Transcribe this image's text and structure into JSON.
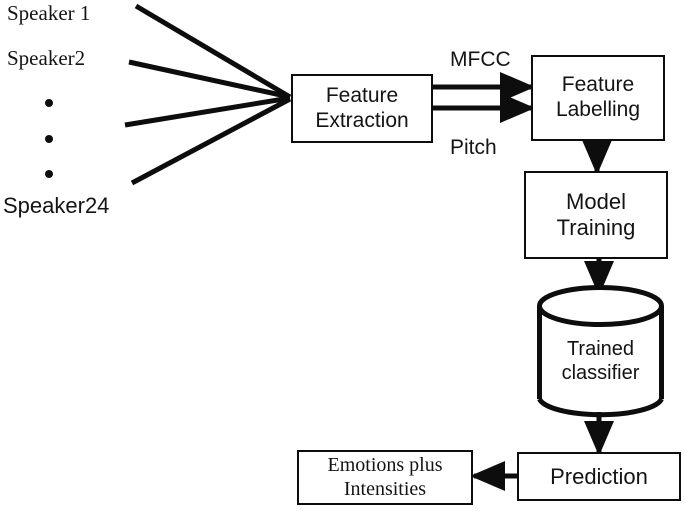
{
  "diagram": {
    "title": "Speech emotion recognition training and prediction pipeline",
    "stroke_color": "#0d0d0d",
    "text_color": "#141414",
    "background": "#ffffff",
    "inputs": {
      "first_label": "Speaker 1",
      "second_label": "Speaker2",
      "last_label": "Speaker24",
      "ellipsis_dot_count": 3
    },
    "nodes": {
      "feature_extraction": {
        "label": "Feature\nExtraction",
        "shape": "rectangle"
      },
      "feature_labelling": {
        "label": "Feature\nLabelling",
        "shape": "rectangle"
      },
      "model_training": {
        "label": "Model\nTraining",
        "shape": "rectangle"
      },
      "trained_classifier": {
        "label": "Trained\nclassifier",
        "shape": "cylinder"
      },
      "prediction": {
        "label": "Prediction",
        "shape": "rectangle"
      },
      "emotions_output": {
        "label": "Emotions plus\nIntensities",
        "shape": "rectangle"
      }
    },
    "edge_labels": {
      "mfcc": "MFCC",
      "pitch": "Pitch"
    }
  }
}
